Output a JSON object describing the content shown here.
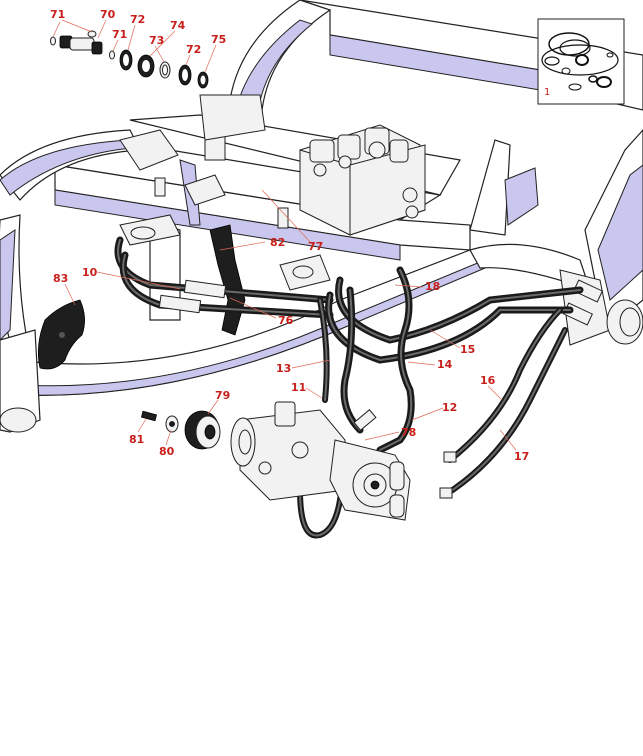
{
  "diagram": {
    "callouts": [
      {
        "id": "c71a",
        "label": "71"
      },
      {
        "id": "c70",
        "label": "70"
      },
      {
        "id": "c72a",
        "label": "72"
      },
      {
        "id": "c71b",
        "label": "71"
      },
      {
        "id": "c74",
        "label": "74"
      },
      {
        "id": "c73",
        "label": "73"
      },
      {
        "id": "c72b",
        "label": "72"
      },
      {
        "id": "c75",
        "label": "75"
      },
      {
        "id": "c1",
        "label": "1"
      },
      {
        "id": "c82",
        "label": "82"
      },
      {
        "id": "c77",
        "label": "77"
      },
      {
        "id": "c83",
        "label": "83"
      },
      {
        "id": "c10",
        "label": "10"
      },
      {
        "id": "c18",
        "label": "18"
      },
      {
        "id": "c76",
        "label": "76"
      },
      {
        "id": "c15",
        "label": "15"
      },
      {
        "id": "c13",
        "label": "13"
      },
      {
        "id": "c14",
        "label": "14"
      },
      {
        "id": "c16",
        "label": "16"
      },
      {
        "id": "c11",
        "label": "11"
      },
      {
        "id": "c79",
        "label": "79"
      },
      {
        "id": "c12",
        "label": "12"
      },
      {
        "id": "c78",
        "label": "78"
      },
      {
        "id": "c81",
        "label": "81"
      },
      {
        "id": "c80",
        "label": "80"
      },
      {
        "id": "c17",
        "label": "17"
      }
    ]
  }
}
